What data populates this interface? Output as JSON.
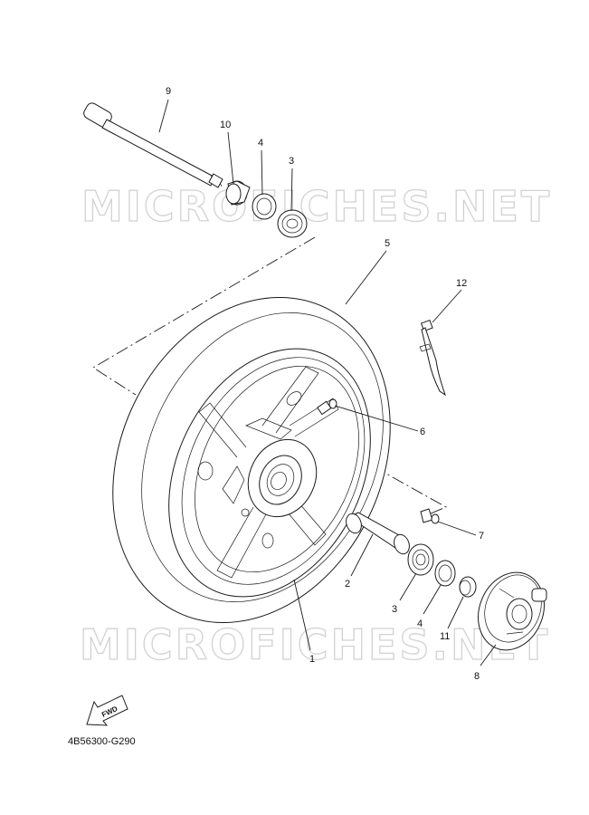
{
  "diagram": {
    "callouts": {
      "c1": "1",
      "c2": "2",
      "c3a": "3",
      "c3b": "3",
      "c4a": "4",
      "c4b": "4",
      "c5": "5",
      "c6": "6",
      "c7": "7",
      "c8": "8",
      "c9": "9",
      "c10": "10",
      "c11": "11",
      "c12": "12"
    },
    "watermark_top": "MICROFICHES.NET",
    "watermark_bottom": "MICROFICHES.NET",
    "fwd_label": "FWD",
    "figure_code": "4B56300-G290"
  }
}
